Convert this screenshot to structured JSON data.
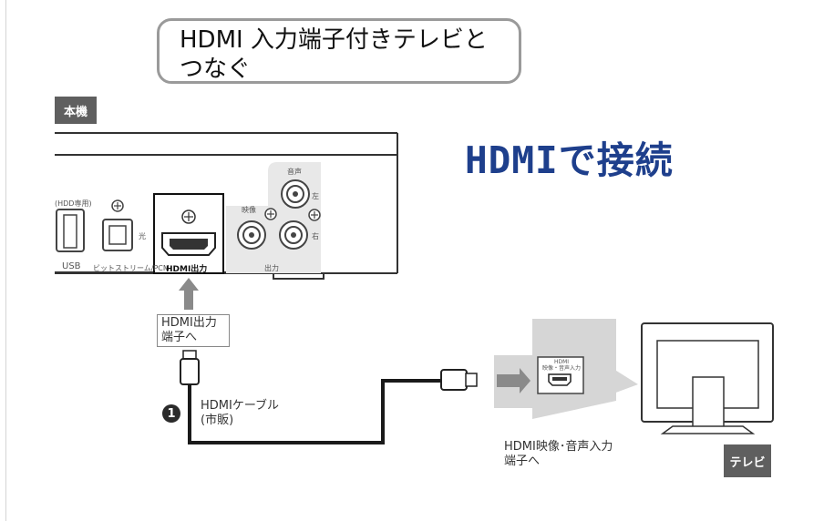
{
  "title": {
    "line1": "HDMI 入力端子付きテレビと",
    "line2": "つなぐ"
  },
  "tags": {
    "main_unit": "本機",
    "tv": "テレビ"
  },
  "headline": "HDMIで接続",
  "panel": {
    "hdd": "(HDD専用)",
    "usb": "USB",
    "optical": "光",
    "bitstream": "ビットストリーム/PCM",
    "hdmi_out": "HDMI出力",
    "audio": "音声",
    "left": "左",
    "right": "右",
    "video": "映像",
    "output": "出力"
  },
  "labels": {
    "hdmi_out_port": "HDMI出力\n端子へ",
    "cable_number": "1",
    "cable": "HDMIケーブル\n(市販)",
    "tv_port_small": "HDMI\n映像・音声入力",
    "tv_port": "HDMI映像･音声入力\n端子へ"
  },
  "colors": {
    "headline": "#1e3f8c",
    "tag_bg": "#5f5f5f",
    "frame": "#9a9a9a",
    "cable": "#1a1a1a",
    "arrow": "#8a8a8a"
  }
}
